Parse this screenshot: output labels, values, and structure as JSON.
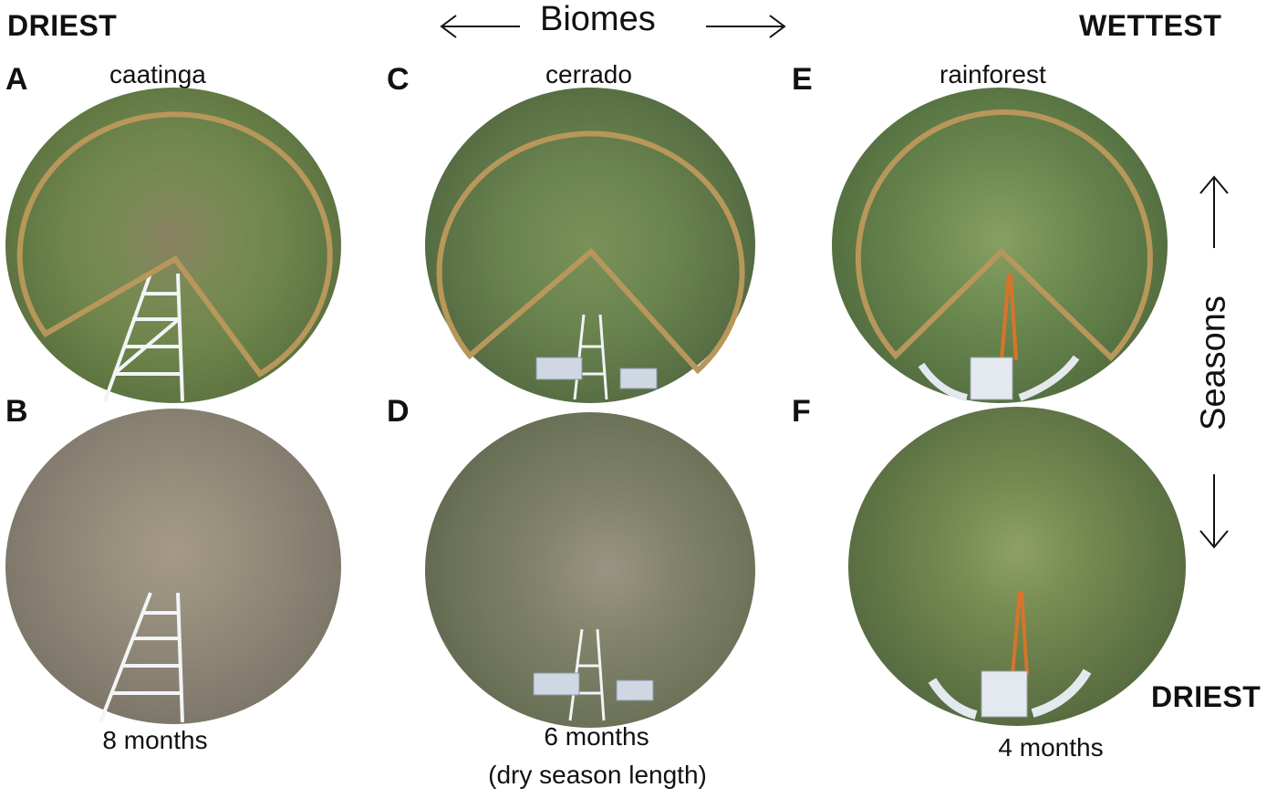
{
  "header": {
    "left_label": "DRIEST",
    "right_label": "WETTEST",
    "center_label": "Biomes"
  },
  "right_axis": {
    "label": "Seasons",
    "bottom_label": "DRIEST"
  },
  "panels": [
    {
      "letter": "A",
      "biome": "caatinga"
    },
    {
      "letter": "B"
    },
    {
      "letter": "C",
      "biome": "cerrado"
    },
    {
      "letter": "D"
    },
    {
      "letter": "E",
      "biome": "rainforest"
    },
    {
      "letter": "F"
    }
  ],
  "captions": {
    "caatinga": "8 months",
    "cerrado": "6 months",
    "cerrado_note": "(dry season length)",
    "rainforest": "4 months"
  },
  "colors": {
    "outline": "#b8975a",
    "wet_foliage": "#6f8a4e",
    "dry_foliage": "#8d8a7a",
    "tower_white": "#f2f4f6",
    "tower_orange": "#d7742c"
  }
}
